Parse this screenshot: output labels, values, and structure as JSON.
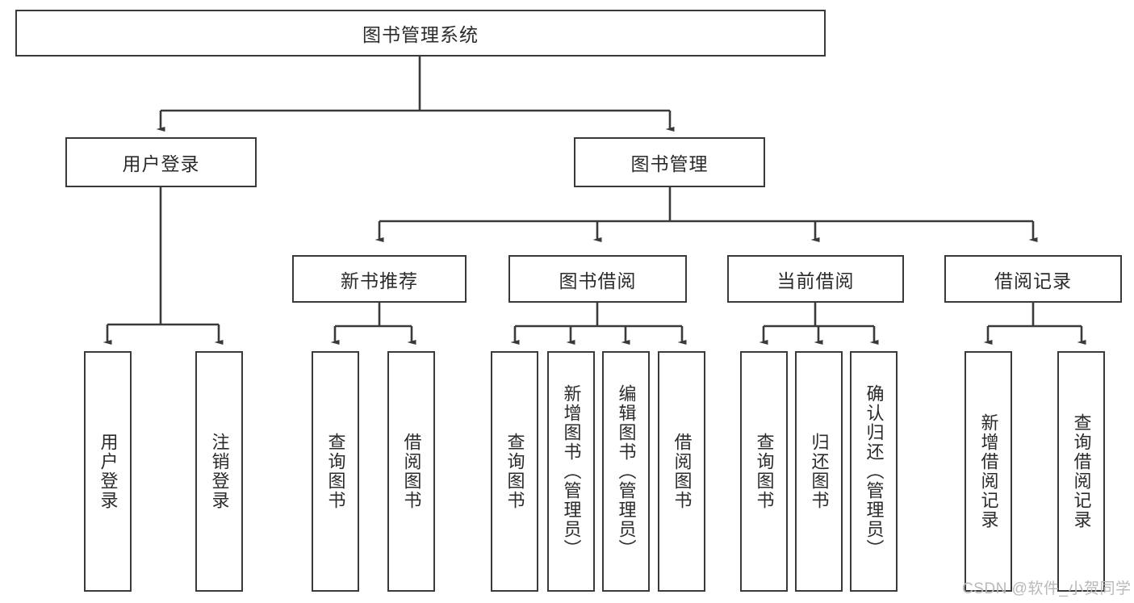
{
  "diagram": {
    "title": "图书管理系统",
    "type": "tree-hierarchy",
    "root": {
      "label": "图书管理系统"
    },
    "level2": [
      {
        "label": "用户登录"
      },
      {
        "label": "图书管理"
      }
    ],
    "level3": [
      {
        "label": "新书推荐"
      },
      {
        "label": "图书借阅"
      },
      {
        "label": "当前借阅"
      },
      {
        "label": "借阅记录"
      }
    ],
    "leaves": [
      {
        "label": "用户登录",
        "parent": "用户登录"
      },
      {
        "label": "注销登录",
        "parent": "用户登录"
      },
      {
        "label": "查询图书",
        "parent": "新书推荐"
      },
      {
        "label": "借阅图书",
        "parent": "新书推荐"
      },
      {
        "label": "查询图书",
        "parent": "图书借阅"
      },
      {
        "label": "新增图书（管理员）",
        "parent": "图书借阅"
      },
      {
        "label": "编辑图书（管理员）",
        "parent": "图书借阅"
      },
      {
        "label": "借阅图书",
        "parent": "图书借阅"
      },
      {
        "label": "查询图书",
        "parent": "当前借阅"
      },
      {
        "label": "归还图书",
        "parent": "当前借阅"
      },
      {
        "label": "确认归还（管理员）",
        "parent": "当前借阅"
      },
      {
        "label": "新增借阅记录",
        "parent": "借阅记录"
      },
      {
        "label": "查询借阅记录",
        "parent": "借阅记录"
      }
    ]
  },
  "watermark": {
    "text": "CSDN @软件_小贺同学"
  },
  "colors": {
    "border": "#3a3a3a",
    "text": "#2b2b2b",
    "background": "#ffffff",
    "watermark": "#b9b9b9"
  }
}
